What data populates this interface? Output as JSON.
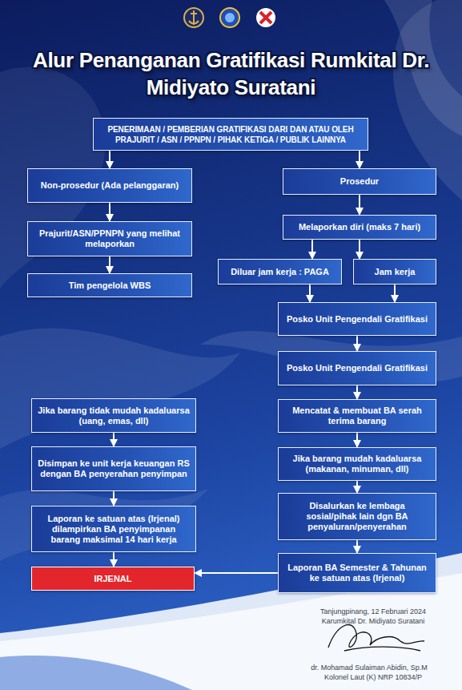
{
  "diagram": {
    "title": "Alur Penanganan Gratifikasi Rumkital Dr. Midiyato Suratani",
    "nodes": [
      {
        "text": [
          "PENERIMAAN / PEMBERIAN GRATIFIKASI DARI DAN ATAU OLEH PRAJURIT / ASN / PPNPN / PIHAK KETIGA / PUBLIK LAINNYA"
        ]
      },
      {
        "text": [
          "Non-prosedur (Ada pelanggaran)"
        ]
      },
      {
        "text": [
          "Prosedur"
        ]
      },
      {
        "text": [
          "Prajurit/ASN/PPNPN yang melihat melaporkan"
        ]
      },
      {
        "text": [
          "Melaporkan diri (maks 7 hari)"
        ]
      },
      {
        "text": [
          "Tim pengelola WBS"
        ]
      },
      {
        "text": [
          "Diluar jam kerja : PAGA"
        ]
      },
      {
        "text": [
          "Jam kerja"
        ]
      },
      {
        "text": [
          "Posko Unit Pengendali Gratifikasi"
        ]
      },
      {
        "text": [
          "Posko Unit Pengendali Gratifikasi"
        ]
      },
      {
        "text": [
          "Jika barang tidak mudah kadaluarsa (uang, emas, dll)"
        ]
      },
      {
        "text": [
          "Mencatat & membuat BA serah terima barang"
        ]
      },
      {
        "text": [
          "Disimpan ke unit kerja keuangan RS dengan BA penyerahan penyimpan"
        ]
      },
      {
        "text": [
          "Jika barang mudah kadaluarsa (makanan, minuman, dll)"
        ]
      },
      {
        "text": [
          "Disalurkan ke lembaga sosial/pihak lain dgn BA penyaluran/penyerahan"
        ]
      },
      {
        "text": [
          "Laporan ke satuan atas (Irjenal) dilampirkan BA penyimpanan barang maksimal 14 hari kerja"
        ]
      },
      {
        "text": [
          "IRJENAL"
        ]
      },
      {
        "text": [
          "Laporan BA Semester & Tahunan ke satuan atas (Irjenal)"
        ]
      }
    ],
    "edges": [
      {
        "from": 0,
        "to": 1,
        "arrow": "to"
      },
      {
        "from": 0,
        "to": 2,
        "arrow": "to"
      },
      {
        "from": 1,
        "to": 3,
        "arrow": "to"
      },
      {
        "from": 3,
        "to": 5,
        "arrow": "to"
      },
      {
        "from": 2,
        "to": 4,
        "arrow": "to"
      },
      {
        "from": 4,
        "to": 6,
        "arrow": "to"
      },
      {
        "from": 4,
        "to": 7,
        "arrow": "to"
      },
      {
        "from": 6,
        "to": 8,
        "arrow": "to"
      },
      {
        "from": 7,
        "to": 8,
        "arrow": "to"
      },
      {
        "from": 8,
        "to": 9,
        "arrow": "to"
      },
      {
        "from": 9,
        "to": 11,
        "arrow": "to"
      },
      {
        "from": 11,
        "to": 13,
        "arrow": "to"
      },
      {
        "from": 13,
        "to": 14,
        "arrow": "to"
      },
      {
        "from": 14,
        "to": 17,
        "arrow": "to"
      },
      {
        "from": 17,
        "to": 16,
        "arrow": "to"
      },
      {
        "from": 10,
        "to": 12,
        "arrow": "to"
      },
      {
        "from": 12,
        "to": 15,
        "arrow": "to"
      },
      {
        "from": 15,
        "to": 16,
        "arrow": "to"
      }
    ],
    "labels": [
      "Tanjungpinang, 12 Februari 2024",
      "Karumkital Dr. Midiyato Suratani",
      "dr. Mohamad Sulaiman Abidin, Sp.M",
      "Kolonel Laut (K) NRP 10834/P"
    ]
  }
}
